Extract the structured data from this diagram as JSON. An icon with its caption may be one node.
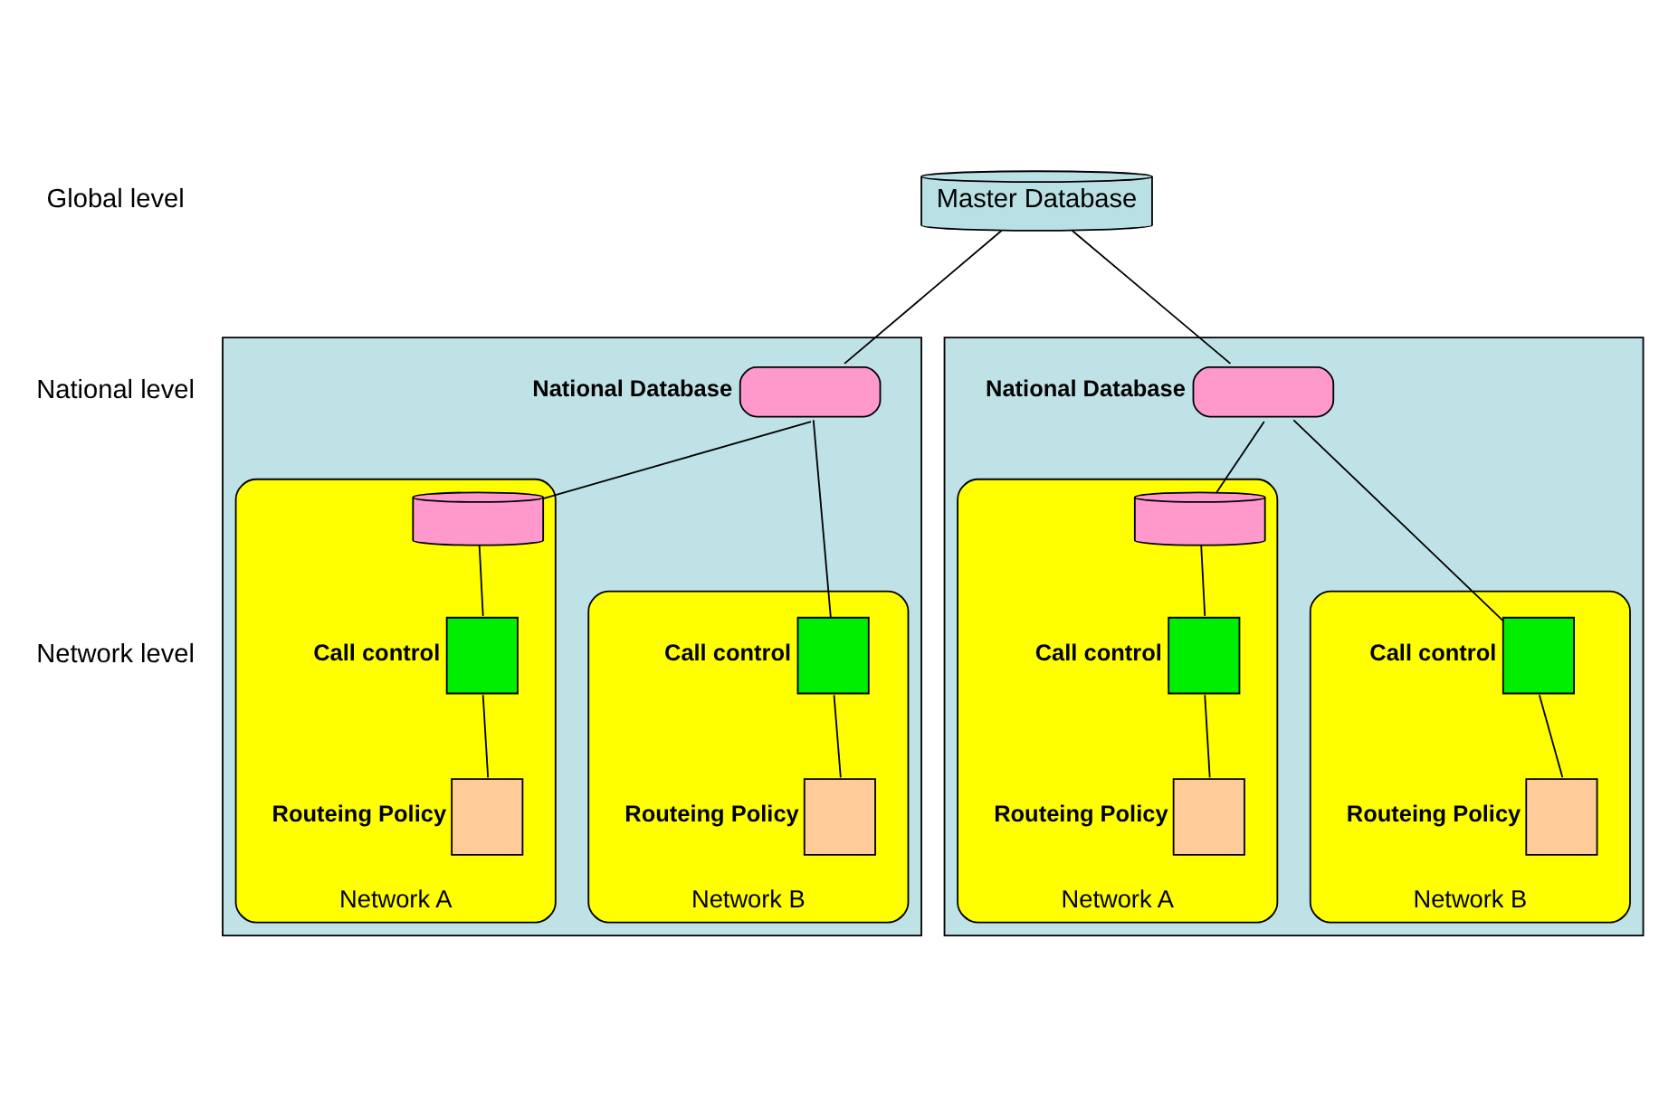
{
  "diagram": {
    "nodes": [
      {
        "text": [
          "Master Database"
        ]
      },
      {
        "text": [],
        "shape": "box"
      },
      {
        "text": [],
        "shape": "cylinder",
        "beside": [
          "National Database"
        ],
        "in": 1
      },
      {
        "text": [
          "Network A"
        ],
        "in": 1
      },
      {
        "text": [],
        "shape": "cylinder",
        "in": 3
      },
      {
        "text": [],
        "shape": "box",
        "beside": [
          "Call control"
        ],
        "in": 3
      },
      {
        "text": [],
        "shape": "box",
        "beside": [
          "Routeing Policy"
        ],
        "in": 3
      },
      {
        "text": [
          "Network B"
        ],
        "in": 1
      },
      {
        "text": [],
        "shape": "box",
        "beside": [
          "Call control"
        ],
        "in": 7
      },
      {
        "text": [],
        "shape": "box",
        "beside": [
          "Routeing Policy"
        ],
        "in": 7
      },
      {
        "text": [],
        "shape": "box"
      },
      {
        "text": [],
        "shape": "cylinder",
        "beside": [
          "National Database"
        ],
        "in": 10
      },
      {
        "text": [
          "Network A"
        ],
        "in": 10
      },
      {
        "text": [],
        "shape": "cylinder",
        "in": 12
      },
      {
        "text": [],
        "shape": "box",
        "beside": [
          "Call control"
        ],
        "in": 12
      },
      {
        "text": [],
        "shape": "box",
        "beside": [
          "Routeing Policy"
        ],
        "in": 12
      },
      {
        "text": [
          "Network B"
        ],
        "in": 10
      },
      {
        "text": [],
        "shape": "box",
        "beside": [
          "Call control"
        ],
        "in": 16
      },
      {
        "text": [],
        "shape": "box",
        "beside": [
          "Routeing Policy"
        ],
        "in": 16
      }
    ],
    "edges": [
      {
        "from": 0,
        "to": 2,
        "arrow": "none"
      },
      {
        "from": 0,
        "to": 11,
        "arrow": "none"
      },
      {
        "from": 2,
        "to": 4,
        "arrow": "none"
      },
      {
        "from": 2,
        "to": 8,
        "arrow": "none"
      },
      {
        "from": 4,
        "to": 5,
        "arrow": "none"
      },
      {
        "from": 5,
        "to": 6,
        "arrow": "none"
      },
      {
        "from": 8,
        "to": 9,
        "arrow": "none"
      },
      {
        "from": 11,
        "to": 13,
        "arrow": "none"
      },
      {
        "from": 11,
        "to": 17,
        "arrow": "none"
      },
      {
        "from": 13,
        "to": 14,
        "arrow": "none"
      },
      {
        "from": 14,
        "to": 15,
        "arrow": "none"
      },
      {
        "from": 17,
        "to": 18,
        "arrow": "none"
      }
    ],
    "labels": [
      "Global level",
      "National level",
      "Network level"
    ]
  }
}
